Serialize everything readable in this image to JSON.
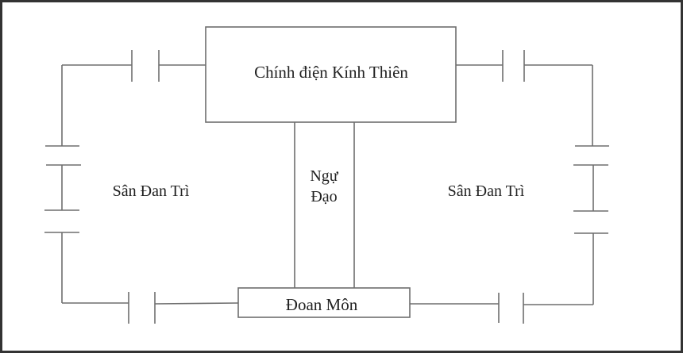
{
  "diagram": {
    "type": "layout-plan",
    "nodes": {
      "main_hall": {
        "label": "Chính điện Kính Thiên"
      },
      "royal_path": {
        "line1": "Ngự",
        "line2": "Đạo"
      },
      "left_courtyard": {
        "label": "Sân Đan Trì"
      },
      "right_courtyard": {
        "label": "Sân Đan Trì"
      },
      "gate": {
        "label": "Đoan Môn"
      }
    },
    "colors": {
      "line": "#6e6e6e",
      "text": "#222222",
      "border": "#333333",
      "background": "#ffffff"
    }
  }
}
